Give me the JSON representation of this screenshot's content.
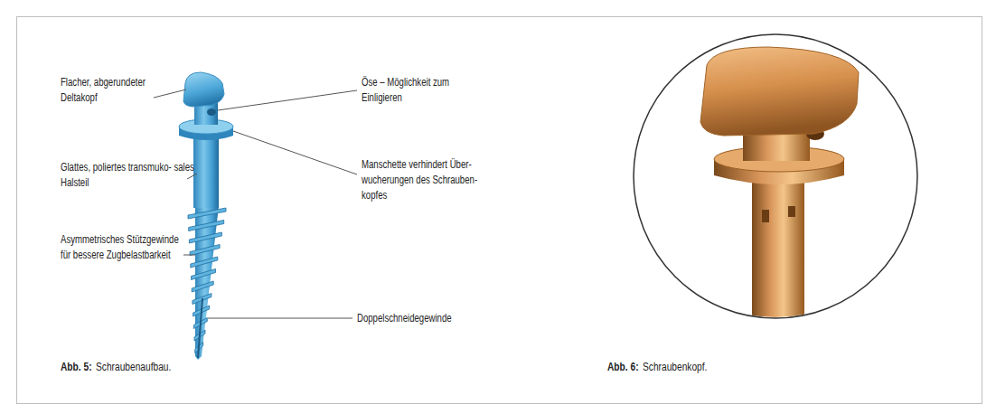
{
  "diagram": {
    "labels": [
      "Flacher, abgerundeter Deltakopf",
      "Glattes, poliertes transmuko- sales Halsteil",
      "Asymmetrisches Stützgewinde für bessere Zugbelastbarkeit",
      "Öse – Möglichkeit zum Einligieren",
      "Manschette verhindert Über- wucherungen des Schrauben- kopfes",
      "Doppelschneidegewinde",
      "Abb. 5:",
      "Schraubenaufbau.",
      "Abb. 6:",
      "Schraubenkopf."
    ]
  }
}
